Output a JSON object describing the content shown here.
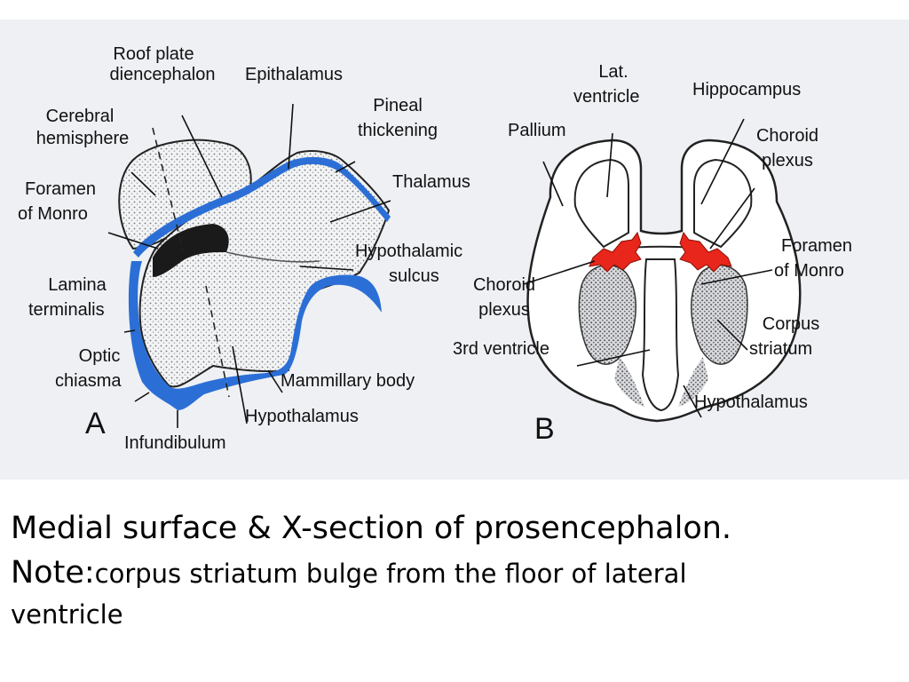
{
  "figure": {
    "panel_a": {
      "letter": "A",
      "labels": {
        "roof_plate_1": "Roof plate",
        "roof_plate_2": "diencephalon",
        "epithalamus": "Epithalamus",
        "cerebral_1": "Cerebral",
        "cerebral_2": "hemisphere",
        "pineal_1": "Pineal",
        "pineal_2": "thickening",
        "thalamus": "Thalamus",
        "foramen_1": "Foramen",
        "foramen_2": "of Monro",
        "hypothalamic_1": "Hypothalamic",
        "hypothalamic_2": "sulcus",
        "lamina_1": "Lamina",
        "lamina_2": "terminalis",
        "optic_1": "Optic",
        "optic_2": "chiasma",
        "mammillary": "Mammillary body",
        "hypothalamus": "Hypothalamus",
        "infundibulum": "Infundibulum"
      }
    },
    "panel_b": {
      "letter": "B",
      "labels": {
        "lat_1": "Lat.",
        "lat_2": "ventricle",
        "hippocampus": "Hippocampus",
        "pallium": "Pallium",
        "choroid_r_1": "Choroid",
        "choroid_r_2": "plexus",
        "foramen_1": "Foramen",
        "foramen_2": "of Monro",
        "choroid_l_1": "Choroid",
        "choroid_l_2": "plexus",
        "corpus_1": "Corpus",
        "corpus_2": "striatum",
        "third_ventricle": "3rd ventricle",
        "hypothalamus": "Hypothalamus"
      }
    },
    "colors": {
      "roof_blue": "#2b6fd6",
      "choroid_red": "#e8261b",
      "tissue_gray": "#c9ccd2"
    }
  },
  "caption": {
    "line1": "Medial surface & X-section of prosencephalon.",
    "note_label": "Note:",
    "note_text": "corpus striatum bulge from the floor of lateral",
    "line3": "ventricle"
  }
}
